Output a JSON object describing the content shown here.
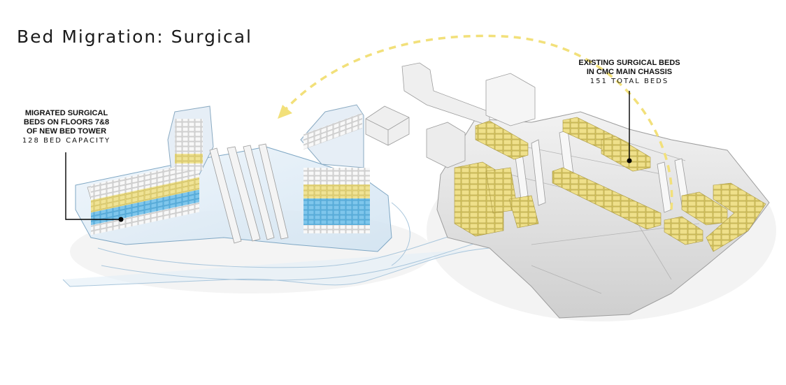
{
  "title": "Bed Migration: Surgical",
  "callouts": {
    "migrated": {
      "lines": [
        "MIGRATED SURGICAL",
        "BEDS ON FLOORS 7&8",
        "OF NEW BED TOWER"
      ],
      "capacity": "128 BED CAPACITY"
    },
    "existing": {
      "lines": [
        "EXISTING SURGICAL BEDS",
        "IN CMC MAIN CHASSIS"
      ],
      "total": "151 TOTAL BEDS"
    }
  },
  "colors": {
    "bed_yellow": "#e9d97a",
    "bed_blue": "#5eb5e3",
    "tower_glass": "#dceaf5",
    "building_gray": "#e4e4e4",
    "arrow_dash": "#f2e07a",
    "leader": "#000000"
  }
}
